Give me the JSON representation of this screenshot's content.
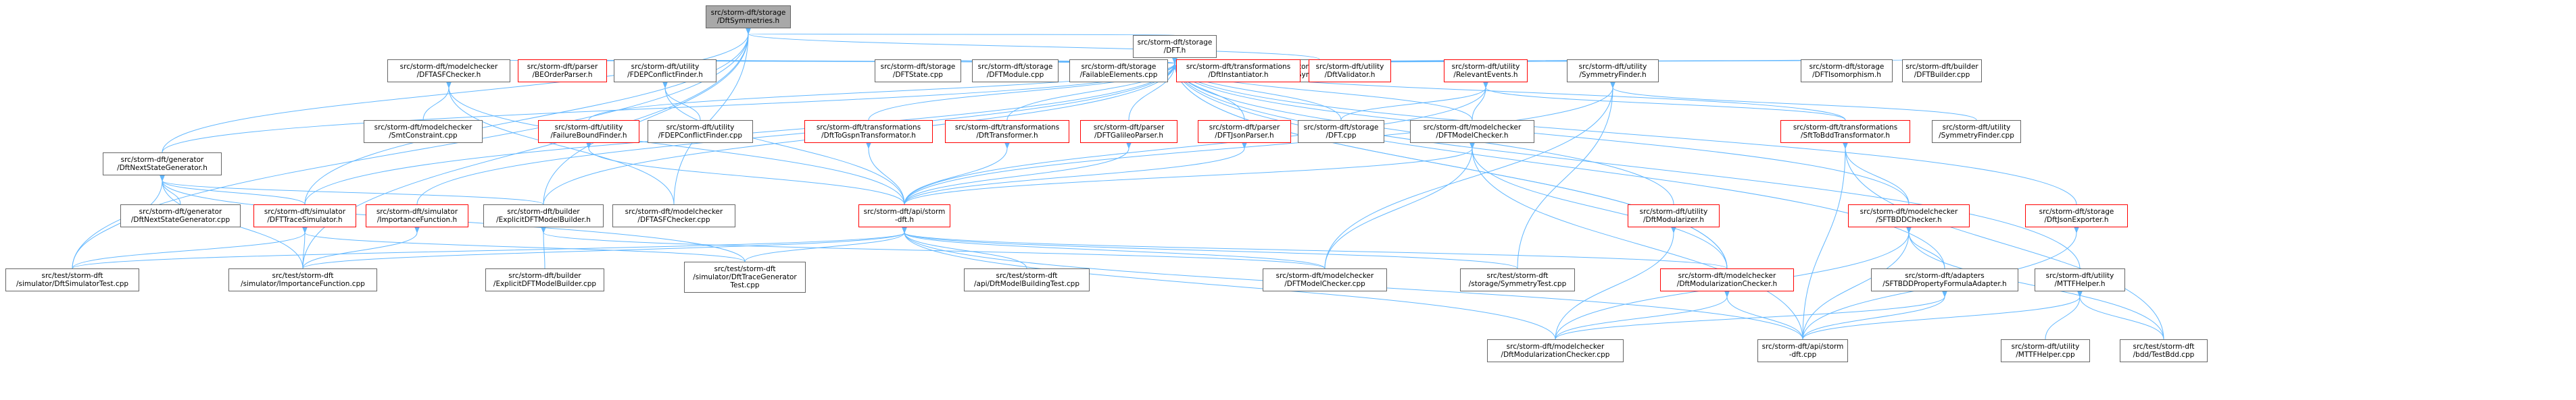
{
  "colors": {
    "edge": "#63b8ff",
    "node_border": "#666666",
    "missing_border": "#ff0000",
    "root_fill": "#a8a8a8"
  },
  "nodes": [
    {
      "id": "root",
      "label": "src/storm-dft/storage\n/DftSymmetries.h",
      "style": "root"
    },
    {
      "id": "dfth",
      "label": "src/storm-dft/storage\n/DFT.h",
      "style": "normal"
    },
    {
      "id": "dftsymcpp",
      "label": "src/storm-dft/storage\n/DftSymmetries.cpp",
      "style": "normal"
    },
    {
      "id": "dftasfchecker",
      "label": "src/storm-dft/modelchecker\n/DFTASFChecker.h",
      "style": "normal"
    },
    {
      "id": "beorder",
      "label": "src/storm-dft/parser\n/BEOrderParser.h",
      "style": "red"
    },
    {
      "id": "fdepfinder",
      "label": "src/storm-dft/utility\n/FDEPConflictFinder.h",
      "style": "normal"
    },
    {
      "id": "dftstatecpp",
      "label": "src/storm-dft/storage\n/DFTState.cpp",
      "style": "normal"
    },
    {
      "id": "dftmodulecpp",
      "label": "src/storm-dft/storage\n/DFTModule.cpp",
      "style": "normal"
    },
    {
      "id": "failablecpp",
      "label": "src/storm-dft/storage\n/FailableElements.cpp",
      "style": "normal"
    },
    {
      "id": "dftinst",
      "label": "src/storm-dft/transformations\n/DftInstantiator.h",
      "style": "red"
    },
    {
      "id": "dftvalid",
      "label": "src/storm-dft/utility\n/DftValidator.h",
      "style": "red"
    },
    {
      "id": "relevant",
      "label": "src/storm-dft/utility\n/RelevantEvents.h",
      "style": "red"
    },
    {
      "id": "symfinder",
      "label": "src/storm-dft/utility\n/SymmetryFinder.h",
      "style": "normal"
    },
    {
      "id": "dftiso",
      "label": "src/storm-dft/storage\n/DFTIsomorphism.h",
      "style": "normal"
    },
    {
      "id": "dftbuilder",
      "label": "src/storm-dft/builder\n/DFTBuilder.cpp",
      "style": "normal"
    },
    {
      "id": "nextstategen",
      "label": "src/storm-dft/generator\n/DftNextStateGenerator.h",
      "style": "normal"
    },
    {
      "id": "smtconstraint",
      "label": "src/storm-dft/modelchecker\n/SmtConstraint.cpp",
      "style": "normal"
    },
    {
      "id": "failurebound",
      "label": "src/storm-dft/utility\n/FailureBoundFinder.h",
      "style": "red"
    },
    {
      "id": "fdepfindercpp",
      "label": "src/storm-dft/utility\n/FDEPConflictFinder.cpp",
      "style": "normal"
    },
    {
      "id": "togspn",
      "label": "src/storm-dft/transformations\n/DftToGspnTransformator.h",
      "style": "red"
    },
    {
      "id": "dfttransformer",
      "label": "src/storm-dft/transformations\n/DftTransformer.h",
      "style": "red"
    },
    {
      "id": "galileo",
      "label": "src/storm-dft/parser\n/DFTGalileoParser.h",
      "style": "red"
    },
    {
      "id": "jsonparser",
      "label": "src/storm-dft/parser\n/DFTJsonParser.h",
      "style": "red"
    },
    {
      "id": "dftcpp",
      "label": "src/storm-dft/storage\n/DFT.cpp",
      "style": "normal"
    },
    {
      "id": "dftmc",
      "label": "src/storm-dft/modelchecker\n/DFTModelChecker.h",
      "style": "normal"
    },
    {
      "id": "tobdd",
      "label": "src/storm-dft/transformations\n/SftToBddTransformator.h",
      "style": "red"
    },
    {
      "id": "symfindercpp",
      "label": "src/storm-dft/utility\n/SymmetryFinder.cpp",
      "style": "normal"
    },
    {
      "id": "nextstategencpp",
      "label": "src/storm-dft/generator\n/DftNextStateGenerator.cpp",
      "style": "normal"
    },
    {
      "id": "tracesim",
      "label": "src/storm-dft/simulator\n/DFTTraceSimulator.h",
      "style": "red"
    },
    {
      "id": "impfunc",
      "label": "src/storm-dft/simulator\n/ImportanceFunction.h",
      "style": "red"
    },
    {
      "id": "explicitbuilder",
      "label": "src/storm-dft/builder\n/ExplicitDFTModelBuilder.h",
      "style": "normal"
    },
    {
      "id": "asfcheckercpp",
      "label": "src/storm-dft/modelchecker\n/DFTASFChecker.cpp",
      "style": "normal"
    },
    {
      "id": "apistorm",
      "label": "src/storm-dft/api/storm\n-dft.h",
      "style": "red"
    },
    {
      "id": "modularizer",
      "label": "src/storm-dft/utility\n/DftModularizer.h",
      "style": "red"
    },
    {
      "id": "sftbdd",
      "label": "src/storm-dft/modelchecker\n/SFTBDDChecker.h",
      "style": "red"
    },
    {
      "id": "jsonexporter",
      "label": "src/storm-dft/storage\n/DftJsonExporter.h",
      "style": "red"
    },
    {
      "id": "simtest",
      "label": "src/test/storm-dft\n/simulator/DftSimulatorTest.cpp",
      "style": "normal"
    },
    {
      "id": "imptest",
      "label": "src/test/storm-dft\n/simulator/ImportanceFunction.cpp",
      "style": "normal"
    },
    {
      "id": "explicitbuildercpp",
      "label": "src/storm-dft/builder\n/ExplicitDFTModelBuilder.cpp",
      "style": "normal"
    },
    {
      "id": "tracegentest",
      "label": "src/test/storm-dft\n/simulator/DftTraceGenerator\nTest.cpp",
      "style": "normal"
    },
    {
      "id": "apibuildtest",
      "label": "src/test/storm-dft\n/api/DftModelBuildingTest.cpp",
      "style": "normal"
    },
    {
      "id": "dftmccpp",
      "label": "src/storm-dft/modelchecker\n/DFTModelChecker.cpp",
      "style": "normal"
    },
    {
      "id": "symtest",
      "label": "src/test/storm-dft\n/storage/SymmetryTest.cpp",
      "style": "normal"
    },
    {
      "id": "modchecker",
      "label": "src/storm-dft/modelchecker\n/DftModularizationChecker.h",
      "style": "red"
    },
    {
      "id": "sftbddprop",
      "label": "src/storm-dft/adapters\n/SFTBDDPropertyFormulaAdapter.h",
      "style": "normal"
    },
    {
      "id": "mttfhelper",
      "label": "src/storm-dft/utility\n/MTTFHelper.h",
      "style": "normal"
    },
    {
      "id": "modcheckercpp",
      "label": "src/storm-dft/modelchecker\n/DftModularizationChecker.cpp",
      "style": "normal"
    },
    {
      "id": "apistormcpp",
      "label": "src/storm-dft/api/storm\n-dft.cpp",
      "style": "normal"
    },
    {
      "id": "mttfhelpercpp",
      "label": "src/storm-dft/utility\n/MTTFHelper.cpp",
      "style": "normal"
    },
    {
      "id": "testbdd",
      "label": "src/test/storm-dft\n/bdd/TestBdd.cpp",
      "style": "normal"
    }
  ]
}
